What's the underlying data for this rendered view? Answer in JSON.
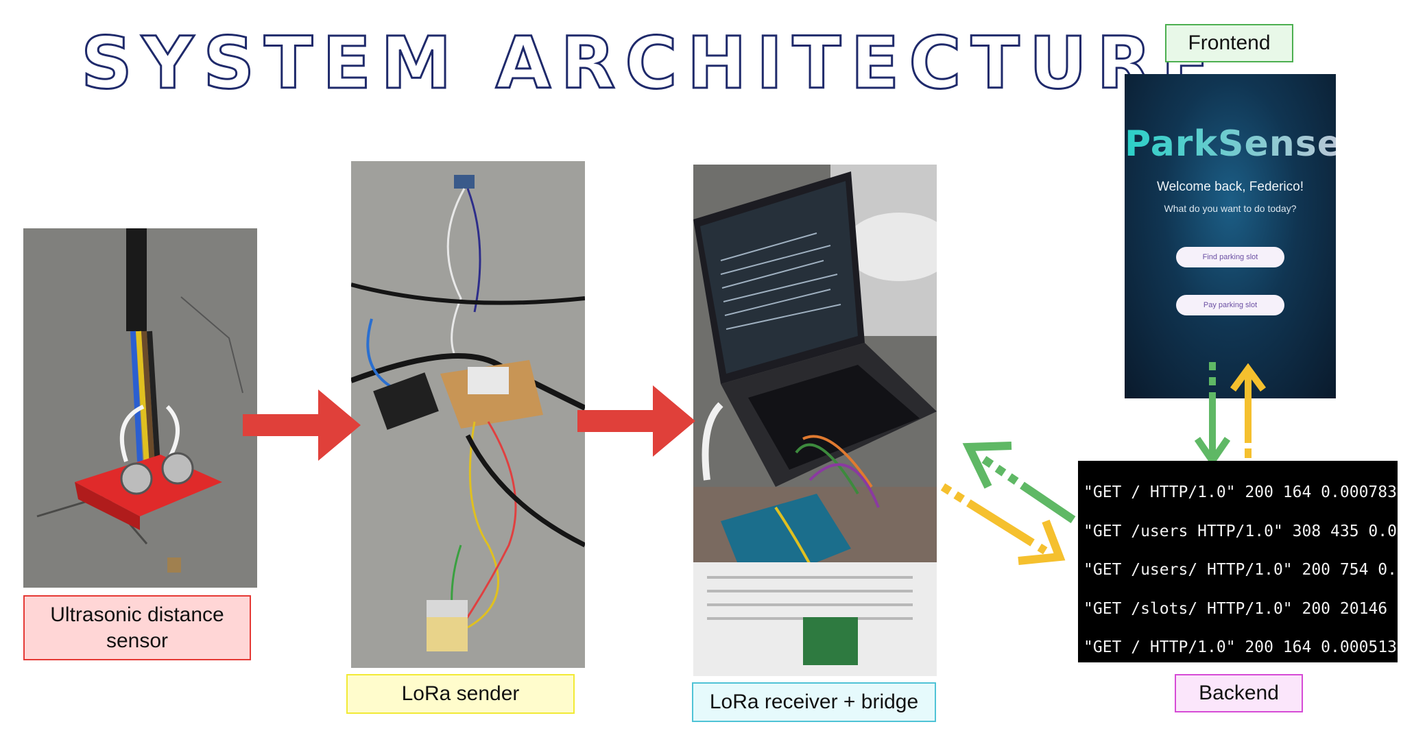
{
  "title": "SYSTEM ARCHITECTURE",
  "labels": {
    "sensor": "Ultrasonic distance sensor",
    "sender": "LoRa sender",
    "receiver": "LoRa receiver + bridge",
    "frontend": "Frontend",
    "backend": "Backend"
  },
  "app": {
    "brand": "ParkSense",
    "welcome": "Welcome back, Federico!",
    "question": "What do you want to do today?",
    "buttons": [
      "Find parking slot",
      "Pay parking slot"
    ]
  },
  "logs": [
    "\"GET / HTTP/1.0\" 200 164 0.000783",
    "\"GET /users HTTP/1.0\" 308 435 0.0",
    "\"GET /users/ HTTP/1.0\" 200 754 0.",
    "\"GET /slots/ HTTP/1.0\" 200 20146",
    "\"GET / HTTP/1.0\" 200 164 0.000513"
  ],
  "colors": {
    "title_outline": "#1f2a6b",
    "red_arrow": "#e0403a",
    "green_arrow": "#5fb865",
    "yellow_arrow": "#f5c02e"
  },
  "icons": [
    "photo-sensor",
    "photo-sender",
    "photo-receiver"
  ]
}
